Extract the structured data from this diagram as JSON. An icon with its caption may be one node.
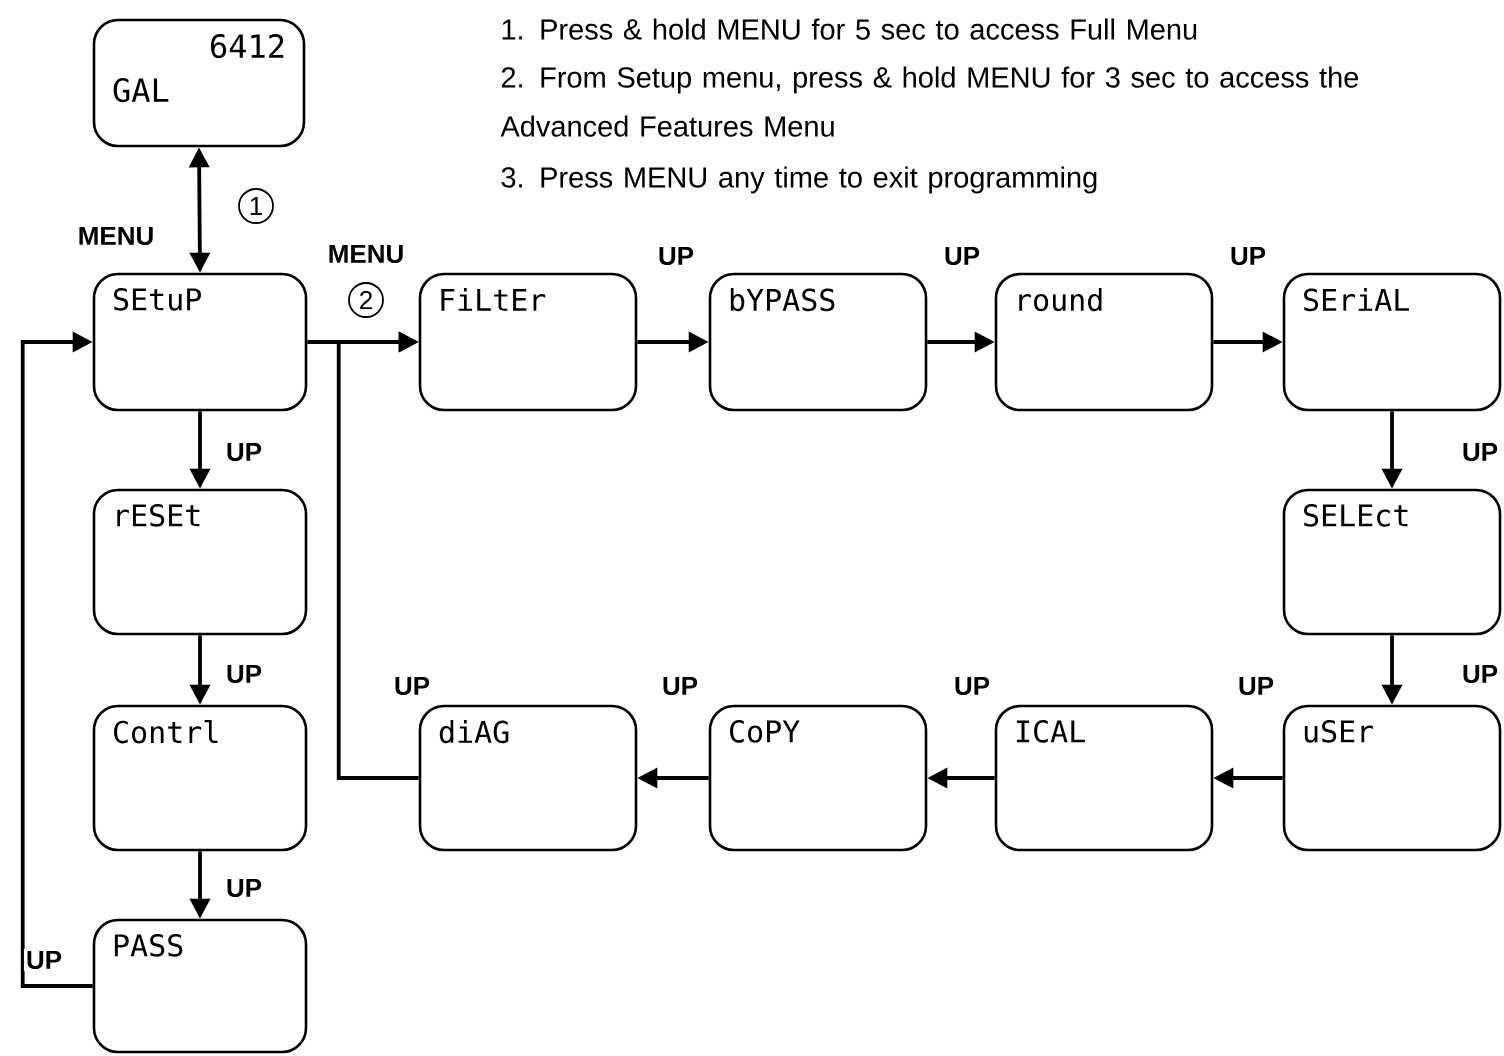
{
  "diagram": {
    "nodes": [
      {
        "text": [
          "6412",
          "GAL"
        ]
      },
      {
        "text": [
          "SEtuP"
        ]
      },
      {
        "text": [
          "rESEt"
        ]
      },
      {
        "text": [
          "Contrl"
        ]
      },
      {
        "text": [
          "PASS"
        ]
      },
      {
        "text": [
          "FiLtEr"
        ]
      },
      {
        "text": [
          "bYPASS"
        ]
      },
      {
        "text": [
          "round"
        ]
      },
      {
        "text": [
          "SEriAL"
        ]
      },
      {
        "text": [
          "SELEct"
        ]
      },
      {
        "text": [
          "uSEr"
        ]
      },
      {
        "text": [
          "ICAL"
        ]
      },
      {
        "text": [
          "CoPY"
        ]
      },
      {
        "text": [
          "diAG"
        ]
      }
    ],
    "edges": [
      {
        "from": 0,
        "to": 1,
        "arrow": "both",
        "label": "MENU"
      },
      {
        "from": 1,
        "to": 5,
        "arrow": "to",
        "label": "MENU"
      },
      {
        "from": 1,
        "to": 2,
        "arrow": "to",
        "label": "UP"
      },
      {
        "from": 2,
        "to": 3,
        "arrow": "to",
        "label": "UP"
      },
      {
        "from": 3,
        "to": 4,
        "arrow": "to",
        "label": "UP"
      },
      {
        "from": 4,
        "to": 1,
        "arrow": "to",
        "label": "UP"
      },
      {
        "from": 5,
        "to": 6,
        "arrow": "to",
        "label": "UP"
      },
      {
        "from": 6,
        "to": 7,
        "arrow": "to",
        "label": "UP"
      },
      {
        "from": 7,
        "to": 8,
        "arrow": "to",
        "label": "UP"
      },
      {
        "from": 8,
        "to": 9,
        "arrow": "to",
        "label": "UP"
      },
      {
        "from": 9,
        "to": 10,
        "arrow": "to",
        "label": "UP"
      },
      {
        "from": 10,
        "to": 11,
        "arrow": "to",
        "label": "UP"
      },
      {
        "from": 11,
        "to": 12,
        "arrow": "to",
        "label": "UP"
      },
      {
        "from": 12,
        "to": 13,
        "arrow": "to",
        "label": "UP"
      },
      {
        "from": 13,
        "to": 5,
        "arrow": "to",
        "label": "UP"
      }
    ],
    "labels": [
      "1. Press & hold MENU for 5 sec to access Full Menu",
      "2. From Setup menu, press & hold MENU for 3 sec to access the Advanced Features Menu",
      "3. Press MENU any time to exit programming",
      "1",
      "2"
    ]
  }
}
